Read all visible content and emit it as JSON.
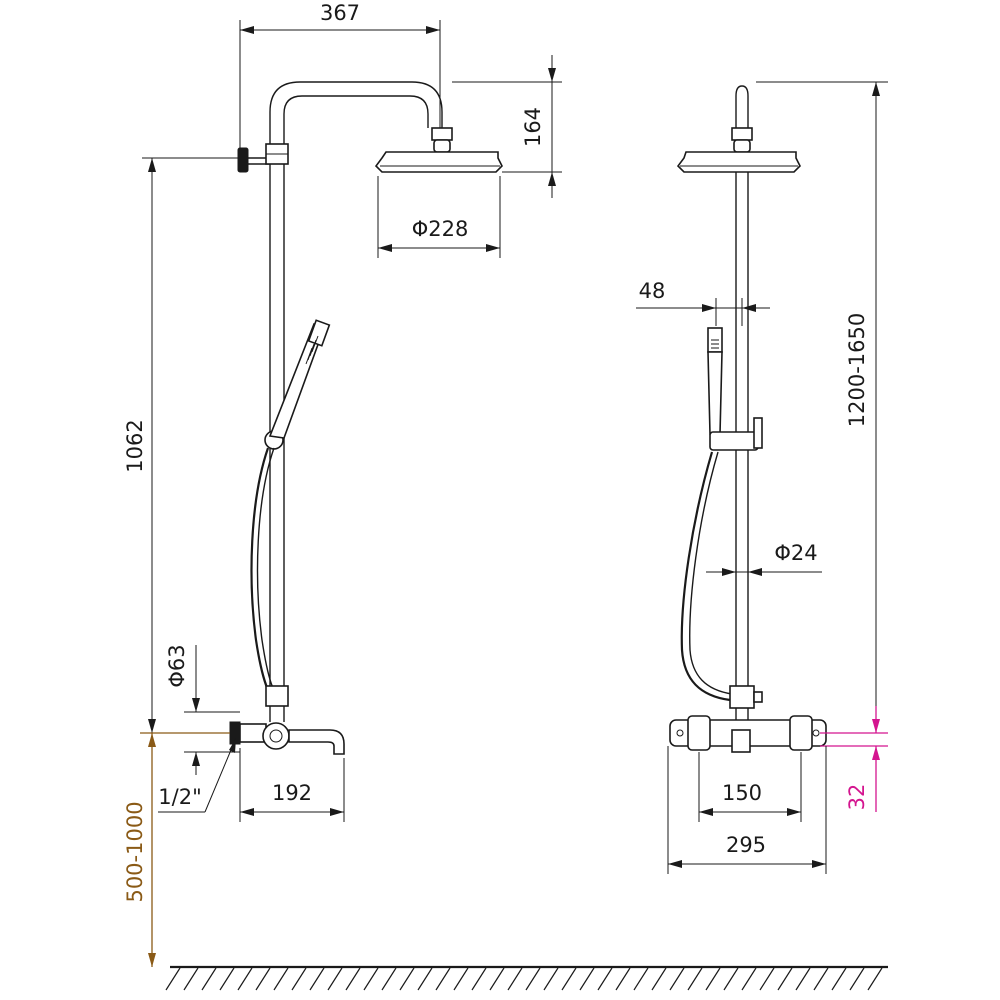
{
  "dimensions": {
    "arm_length": "367",
    "head_height": "164",
    "head_diameter": "Φ228",
    "rail_height": "1062",
    "flange_diameter": "Φ63",
    "inlet_thread": "1/2\"",
    "spout_projection": "192",
    "mount_height": "500-1000",
    "holder_offset": "48",
    "rail_diameter": "Φ24",
    "adjust_range": "1200-1650",
    "inlet_spacing": "150",
    "mixer_width": "295",
    "mixer_offset": "32"
  },
  "colors": {
    "line": "#1a1a1a",
    "floor_dimension": "#8a5a16",
    "offset_dimension": "#d4158f"
  }
}
